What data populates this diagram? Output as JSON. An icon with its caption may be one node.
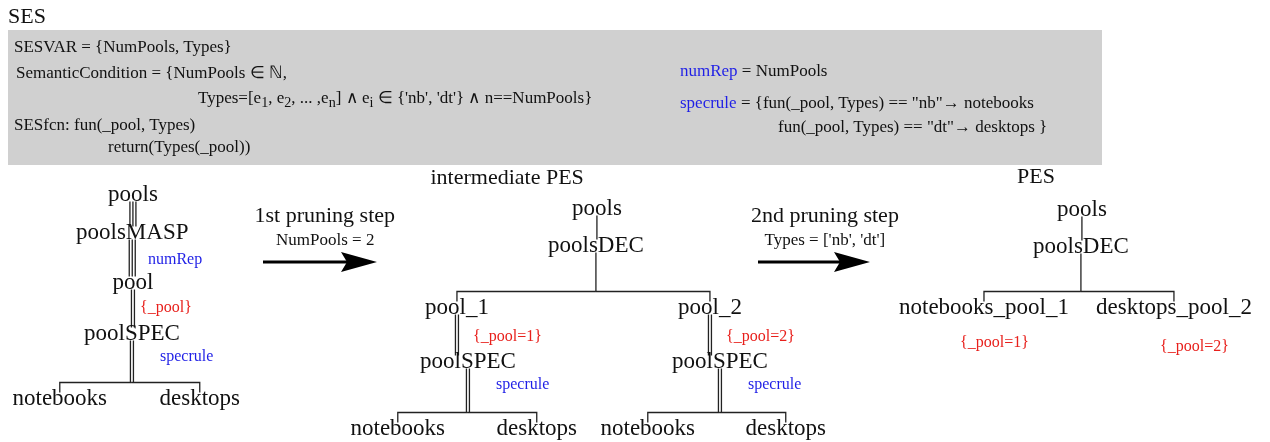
{
  "diagram": {
    "nodes": [
      {
        "text": [
          "SES",
          "SESVAR = {NumPools, Types}",
          "SemanticCondition = {NumPools ∈ ℕ,",
          "Types=[e$_{1}$, e$_{2}$, ... ,e$_{n}$] ∧ e$_{i}$ ∈ {'nb', 'dt'} ∧ n==NumPools}",
          "SESfcn: fun(_pool, Types)",
          "return(Types(_pool))",
          "numRep = NumPools",
          "specrule = {fun(_pool, Types) == \"nb\"→ notebooks",
          "fun(_pool, Types) == \"dt\"→ desktops }"
        ]
      },
      {
        "text": [
          "pools"
        ]
      },
      {
        "text": [
          "poolsMASP"
        ],
        "beside": [
          "numRep"
        ]
      },
      {
        "text": [
          "pool"
        ],
        "beside": [
          "{_pool}"
        ]
      },
      {
        "text": [
          "poolSPEC"
        ],
        "beside": [
          "specrule"
        ]
      },
      {
        "text": [
          "notebooks"
        ]
      },
      {
        "text": [
          "desktops"
        ]
      },
      {
        "text": [
          "pools"
        ]
      },
      {
        "text": [
          "poolsDEC"
        ]
      },
      {
        "text": [
          "pool_1"
        ],
        "beside": [
          "{_pool=1}"
        ]
      },
      {
        "text": [
          "poolSPEC"
        ],
        "beside": [
          "specrule"
        ]
      },
      {
        "text": [
          "notebooks"
        ]
      },
      {
        "text": [
          "desktops"
        ]
      },
      {
        "text": [
          "pool_2"
        ],
        "beside": [
          "{_pool=2}"
        ]
      },
      {
        "text": [
          "poolSPEC"
        ],
        "beside": [
          "specrule"
        ]
      },
      {
        "text": [
          "notebooks"
        ]
      },
      {
        "text": [
          "desktops"
        ]
      },
      {
        "text": [
          "pools"
        ]
      },
      {
        "text": [
          "poolsDEC"
        ]
      },
      {
        "text": [
          "notebooks_pool_1"
        ],
        "beside": [
          "{_pool=1}"
        ]
      },
      {
        "text": [
          "desktops_pool_2"
        ],
        "beside": [
          "{_pool=2}"
        ]
      }
    ],
    "edges": [
      {
        "from": 1,
        "to": 2,
        "arrow": "none"
      },
      {
        "from": 2,
        "to": 3,
        "arrow": "none"
      },
      {
        "from": 3,
        "to": 4,
        "arrow": "none"
      },
      {
        "from": 4,
        "to": 5,
        "arrow": "none"
      },
      {
        "from": 4,
        "to": 6,
        "arrow": "none"
      },
      {
        "from": 7,
        "to": 8,
        "arrow": "none"
      },
      {
        "from": 8,
        "to": 9,
        "arrow": "none"
      },
      {
        "from": 8,
        "to": 13,
        "arrow": "none"
      },
      {
        "from": 9,
        "to": 10,
        "arrow": "none"
      },
      {
        "from": 10,
        "to": 11,
        "arrow": "none"
      },
      {
        "from": 10,
        "to": 12,
        "arrow": "none"
      },
      {
        "from": 13,
        "to": 14,
        "arrow": "none"
      },
      {
        "from": 14,
        "to": 15,
        "arrow": "none"
      },
      {
        "from": 14,
        "to": 16,
        "arrow": "none"
      },
      {
        "from": 17,
        "to": 18,
        "arrow": "none"
      },
      {
        "from": 18,
        "to": 19,
        "arrow": "none"
      },
      {
        "from": 18,
        "to": 20,
        "arrow": "none"
      }
    ],
    "labels": [
      "intermediate PES",
      "PES",
      "1st pruning step",
      "NumPools = 2",
      "2nd pruning step",
      "Types = ['nb', 'dt']"
    ]
  }
}
